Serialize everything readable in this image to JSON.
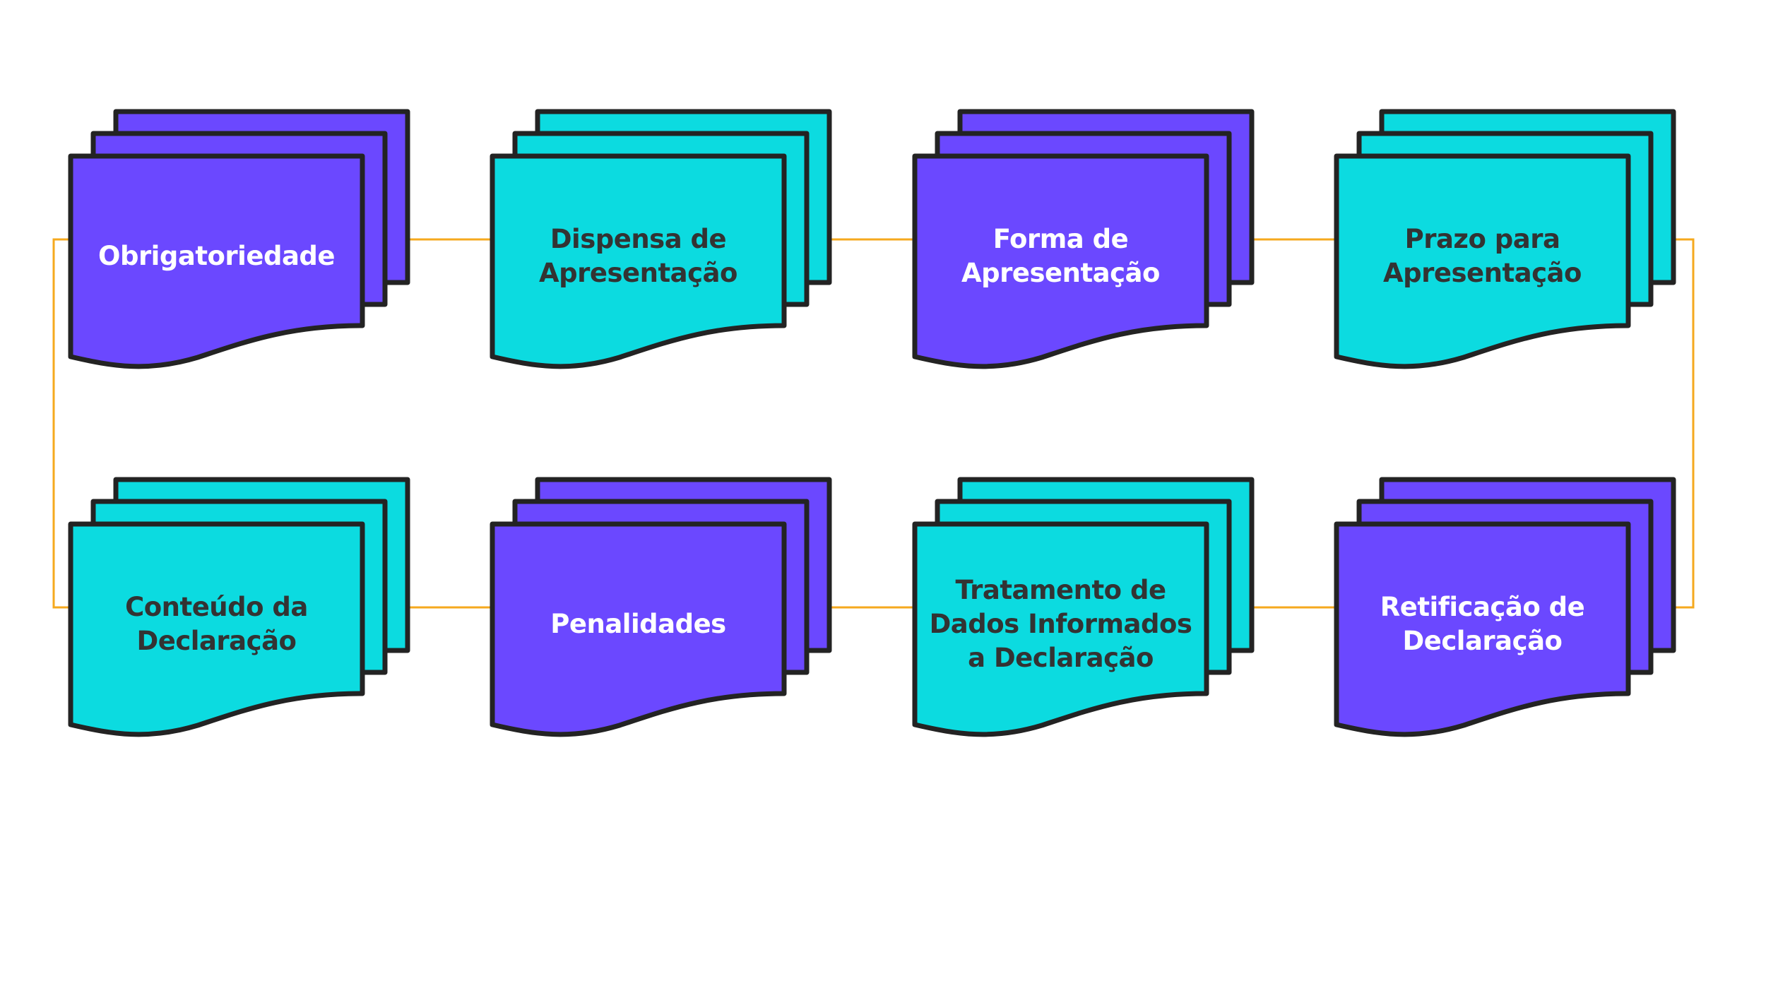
{
  "colors": {
    "purple": "#6B48FF",
    "cyan": "#0CDBE0",
    "stroke": "#232323",
    "connector": "#F5A91E",
    "text_on_purple": "#FFFFFF",
    "text_on_cyan": "#333333"
  },
  "nodes": [
    {
      "id": "obrigatoriedade",
      "lines": [
        "Obrigatoriedade"
      ],
      "color": "purple"
    },
    {
      "id": "dispensa",
      "lines": [
        "Dispensa de",
        "Apresentação"
      ],
      "color": "cyan"
    },
    {
      "id": "forma",
      "lines": [
        "Forma de",
        "Apresentação"
      ],
      "color": "purple"
    },
    {
      "id": "prazo",
      "lines": [
        "Prazo para",
        "Apresentação"
      ],
      "color": "cyan"
    },
    {
      "id": "conteudo",
      "lines": [
        "Conteúdo da",
        "Declaração"
      ],
      "color": "cyan"
    },
    {
      "id": "penalidades",
      "lines": [
        "Penalidades"
      ],
      "color": "purple"
    },
    {
      "id": "tratamento",
      "lines": [
        "Tratamento de",
        "Dados Informados",
        "a Declaração"
      ],
      "color": "cyan"
    },
    {
      "id": "retificacao",
      "lines": [
        "Retificação de",
        "Declaração"
      ],
      "color": "purple"
    }
  ]
}
